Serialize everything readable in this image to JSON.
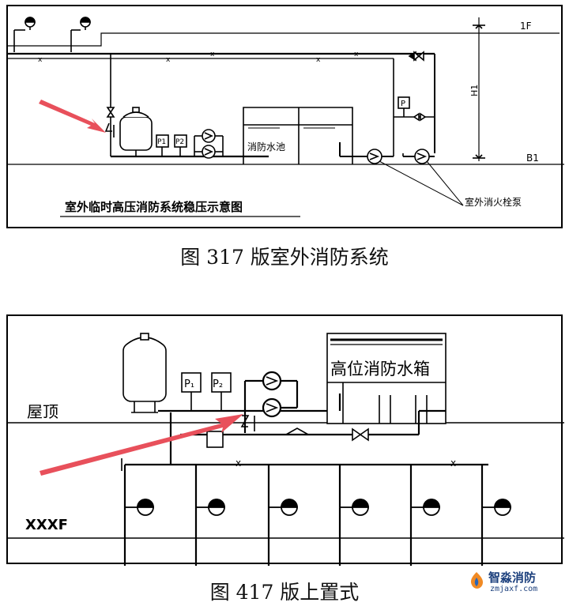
{
  "figure1": {
    "title": "室外临时高压消防系统稳压示意图",
    "labels": {
      "floor_1f": "1F",
      "floor_b1": "B1",
      "height": "H1",
      "pool": "消防水池",
      "pump": "室外消火栓泵",
      "gauge_p1": "P1",
      "gauge_p2": "P2",
      "gauge_p": "P"
    },
    "caption": "图 317 版室外消防系统"
  },
  "figure2": {
    "labels": {
      "tank": "高位消防水箱",
      "roof": "屋顶",
      "floor": "XXXF",
      "gauge_p1": "P₁",
      "gauge_p2": "P₂"
    },
    "caption": "图 417 版上置式"
  },
  "watermark": {
    "name": "智淼消防",
    "url": "zmjaxf.com"
  },
  "colors": {
    "arrow": "#e8505b",
    "line": "#000000"
  }
}
